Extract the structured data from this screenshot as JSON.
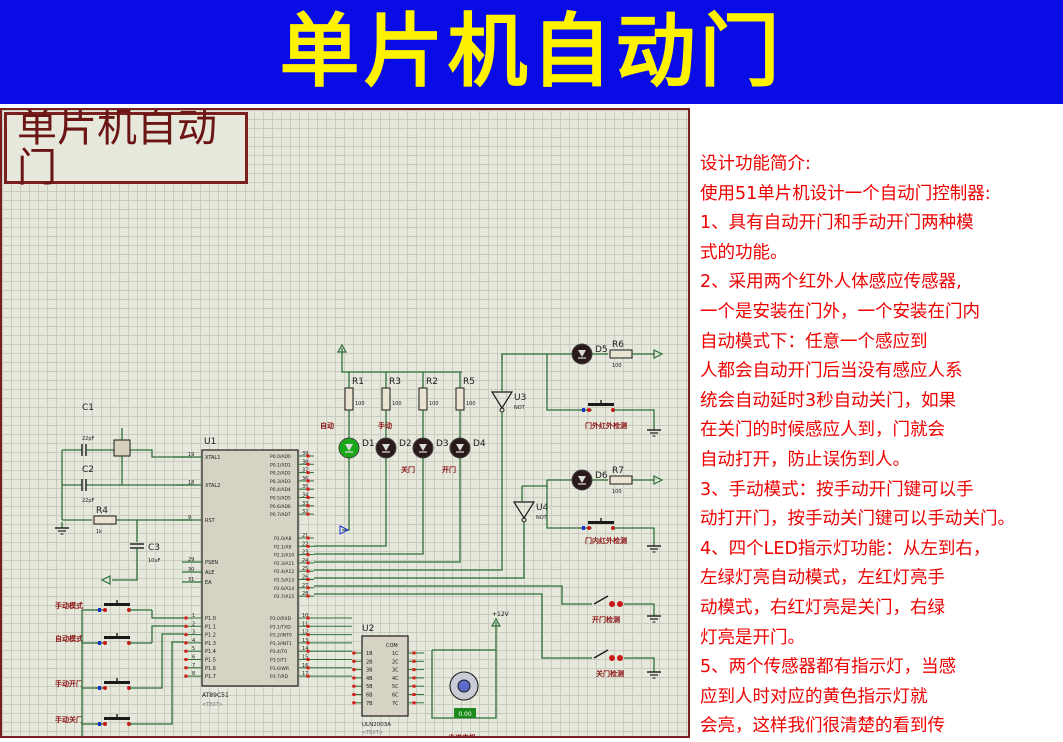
{
  "banner": {
    "title": "单片机自动门",
    "bg": "#0a0ce6",
    "color": "#fff200"
  },
  "sheet": {
    "title": "单片机自动门"
  },
  "schematic": {
    "mcu": {
      "ref": "U1",
      "part": "AT89C51",
      "text": "<TEXT>",
      "left_pins": [
        "XTAL1",
        "XTAL2",
        "RST",
        "PSEN",
        "ALE",
        "EA"
      ],
      "left_nums": [
        "19",
        "18",
        "9",
        "29",
        "30",
        "31"
      ],
      "p1_pins": [
        "P1.0",
        "P1.1",
        "P1.2",
        "P1.3",
        "P1.4",
        "P1.5",
        "P1.6",
        "P1.7"
      ],
      "p1_nums": [
        "1",
        "2",
        "3",
        "4",
        "5",
        "6",
        "7",
        "8"
      ],
      "p0_pins": [
        "P0.0/AD0",
        "P0.1/AD1",
        "P0.2/AD2",
        "P0.3/AD3",
        "P0.4/AD4",
        "P0.5/AD5",
        "P0.6/AD6",
        "P0.7/AD7"
      ],
      "p0_nums": [
        "39",
        "38",
        "37",
        "36",
        "35",
        "34",
        "33",
        "32"
      ],
      "p2_pins": [
        "P2.0/A8",
        "P2.1/A9",
        "P2.2/A10",
        "P2.3/A11",
        "P2.4/A12",
        "P2.5/A13",
        "P2.6/A14",
        "P2.7/A15"
      ],
      "p2_nums": [
        "21",
        "22",
        "23",
        "24",
        "25",
        "26",
        "27",
        "28"
      ],
      "p3_pins": [
        "P3.0/RXD",
        "P3.1/TXD",
        "P3.2/INT0",
        "P3.3/INT1",
        "P3.4/T0",
        "P3.5/T1",
        "P3.6/WR",
        "P3.7/RD"
      ],
      "p3_nums": [
        "10",
        "11",
        "12",
        "13",
        "14",
        "15",
        "16",
        "17"
      ]
    },
    "caps": [
      {
        "ref": "C1",
        "value": "22pF"
      },
      {
        "ref": "C2",
        "value": "22pF"
      },
      {
        "ref": "C3",
        "value": "10uF"
      }
    ],
    "resistors": [
      {
        "ref": "R4",
        "value": "1k"
      },
      {
        "ref": "R1",
        "value": "100"
      },
      {
        "ref": "R3",
        "value": "100"
      },
      {
        "ref": "R2",
        "value": "100"
      },
      {
        "ref": "R5",
        "value": "100"
      },
      {
        "ref": "R6",
        "value": "100"
      },
      {
        "ref": "R7",
        "value": "100"
      }
    ],
    "leds": [
      {
        "ref": "D1",
        "label": "自动",
        "color": "#1aa81a"
      },
      {
        "ref": "D2",
        "label": "手动",
        "color": "#2a1a1a"
      },
      {
        "ref": "D3",
        "label": "关门",
        "color": "#2a1a1a"
      },
      {
        "ref": "D4",
        "label": "开门",
        "color": "#2a1a1a"
      },
      {
        "ref": "D5",
        "label": "",
        "color": "#2a1a1a"
      },
      {
        "ref": "D6",
        "label": "",
        "color": "#2a1a1a"
      }
    ],
    "gates": [
      {
        "ref": "U3",
        "part": "NOT"
      },
      {
        "ref": "U4",
        "part": "NOT"
      }
    ],
    "sensors": [
      "门外红外检测",
      "门内红外检测",
      "开门检测",
      "关门检测"
    ],
    "buttons": [
      "手动模式",
      "自动模式",
      "手动开门",
      "手动关门"
    ],
    "driver": {
      "ref": "U2",
      "part": "ULN2003A",
      "com": "COM",
      "in_pins": [
        "1B",
        "2B",
        "3B",
        "4B",
        "5B",
        "6B",
        "7B"
      ],
      "out_pins": [
        "1C",
        "2C",
        "3C",
        "4C",
        "5C",
        "6C",
        "7C"
      ]
    },
    "motor": {
      "label": "步进电机",
      "value": "0.00"
    },
    "supply": "+12V",
    "text_placeholder": "<TEXT>"
  },
  "description": {
    "lines": [
      "设计功能简介:",
      "使用51单片机设计一个自动门控制器:",
      "1、具有自动开门和手动开门两种模",
      "式的功能。",
      "2、采用两个红外人体感应传感器,",
      "一个是安装在门外，一个安装在门内",
      "自动模式下：任意一个感应到",
      "人都会自动开门后当没有感应人系",
      "统会自动延时3秒自动关门，如果",
      "在关门的时候感应人到，门就会",
      "自动打开，防止误伤到人。",
      "3、手动模式：按手动开门键可以手",
      "动打开门，按手动关门键可以手动关门。",
      "4、四个LED指示灯功能：从左到右，",
      "左绿灯亮自动模式，左红灯亮手",
      "动模式，右红灯亮是关门，右绿",
      "灯亮是开门。",
      "5、两个传感器都有指示灯，当感",
      "应到人时对应的黄色指示灯就",
      "会亮，这样我们很清楚的看到传"
    ],
    "color": "#ee0000"
  }
}
